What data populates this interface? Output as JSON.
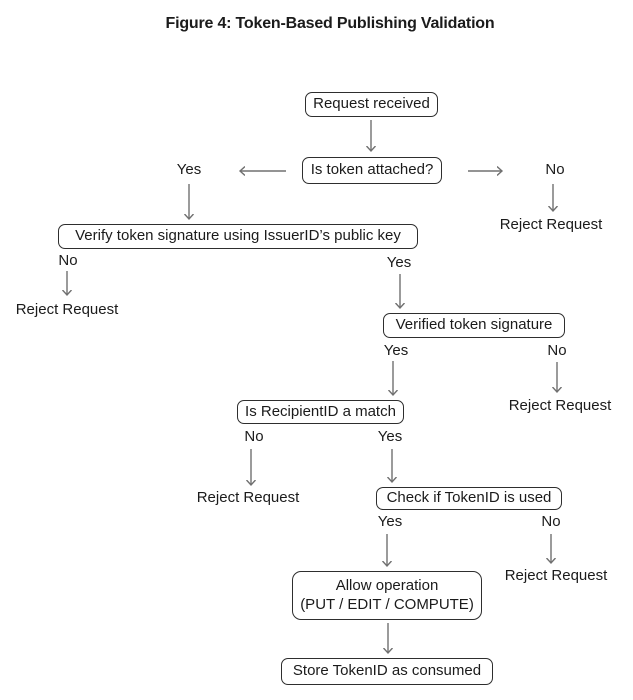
{
  "title": "Figure 4: Token-Based Publishing Validation",
  "nodes": {
    "request_received": "Request received",
    "is_token_attached": "Is token attached?",
    "verify_signature": "Verify token signature using IssuerID’s public key",
    "verified_signature": "Verified token signature",
    "recipient_match": "Is RecipientID a match",
    "check_token_used": "Check if TokenID is used",
    "allow_operation": {
      "line1": "Allow operation",
      "line2": "(PUT / EDIT / COMPUTE)"
    },
    "store_token": "Store TokenID as consumed"
  },
  "edge_labels": {
    "yes": "Yes",
    "no": "No"
  },
  "outcomes": {
    "reject": "Reject Request"
  },
  "colors": {
    "background": "#ffffff",
    "box_border": "#2e2e2e",
    "text": "#1b1b1b",
    "arrow": "#707070"
  }
}
